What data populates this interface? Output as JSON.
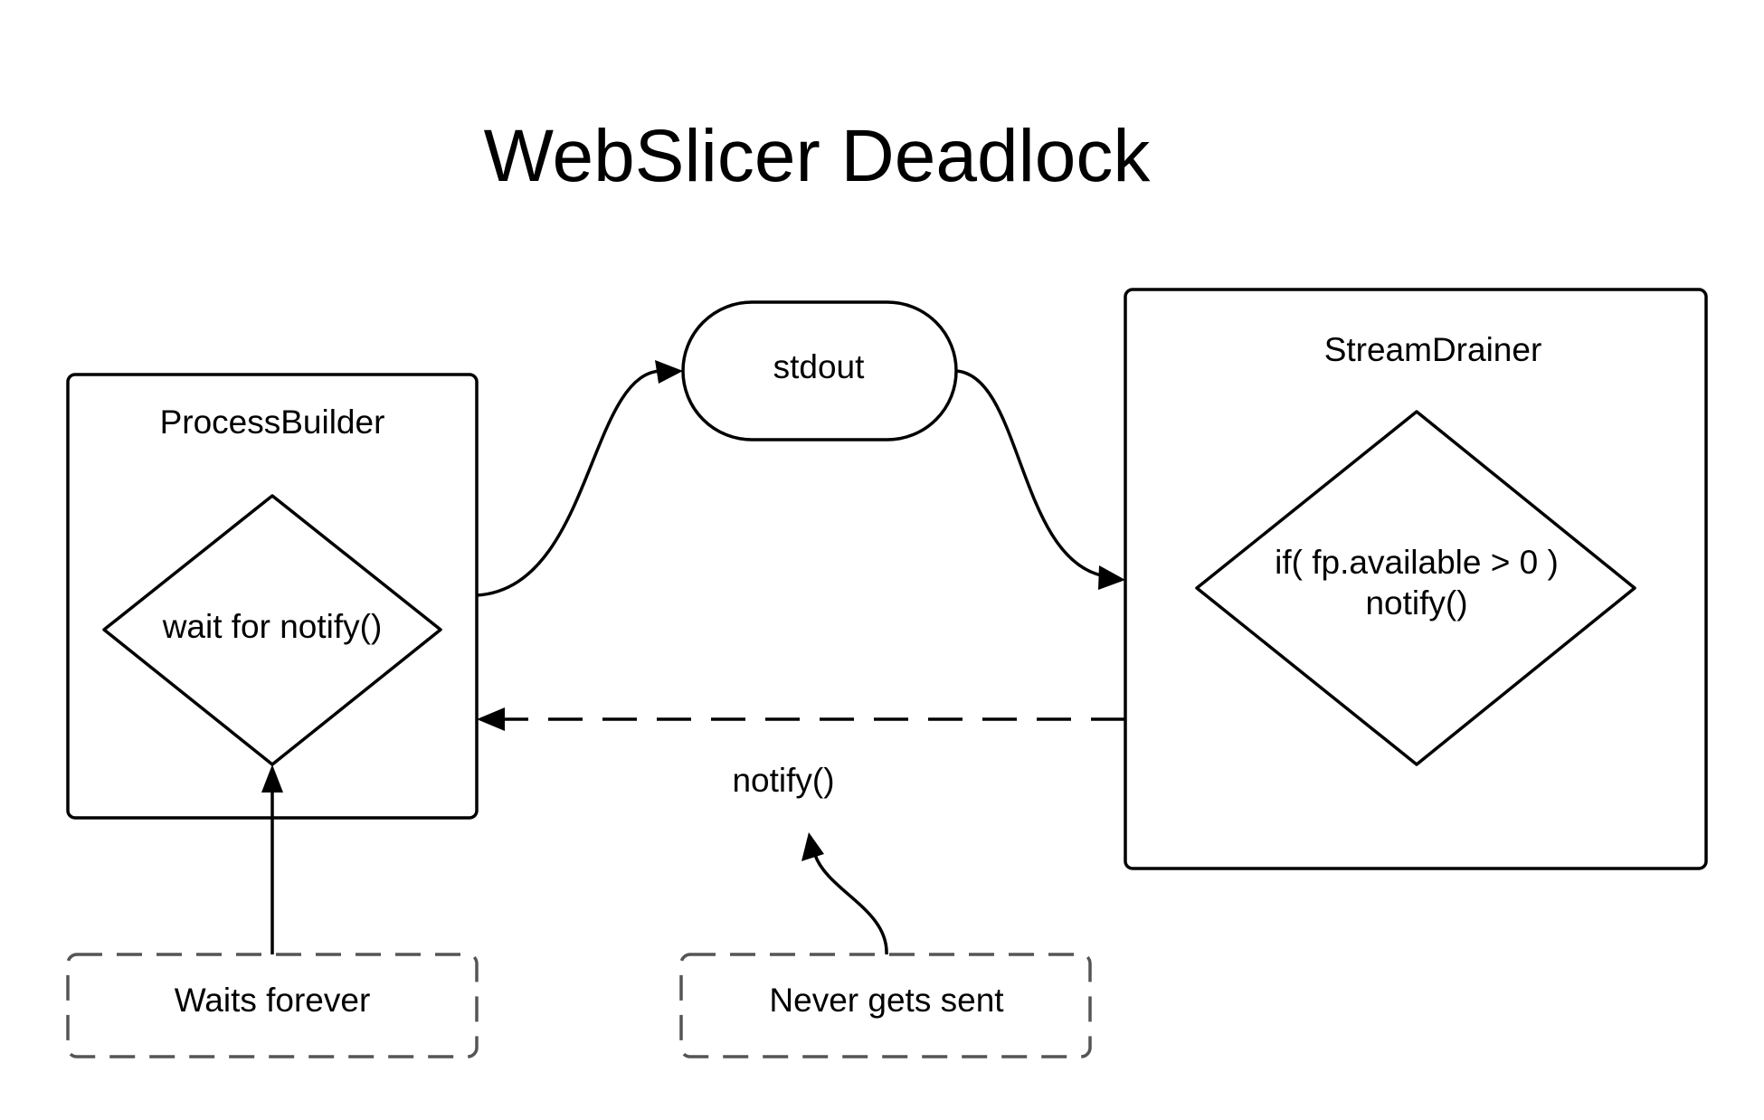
{
  "diagram": {
    "title": "WebSlicer Deadlock",
    "nodes": {
      "process_builder": {
        "label": "ProcessBuilder"
      },
      "wait_decision": {
        "label": "wait for notify()"
      },
      "stdout": {
        "label": "stdout"
      },
      "stream_drainer": {
        "label": "StreamDrainer"
      },
      "check_decision": {
        "line1": "if( fp.available > 0 )",
        "line2": "notify()"
      },
      "waits_forever_note": {
        "label": "Waits forever"
      },
      "never_sent_note": {
        "label": "Never gets sent"
      }
    },
    "edges": {
      "notify_label": "notify()"
    },
    "colors": {
      "stroke": "#000000",
      "note_stroke": "#555555",
      "background": "#ffffff"
    }
  }
}
